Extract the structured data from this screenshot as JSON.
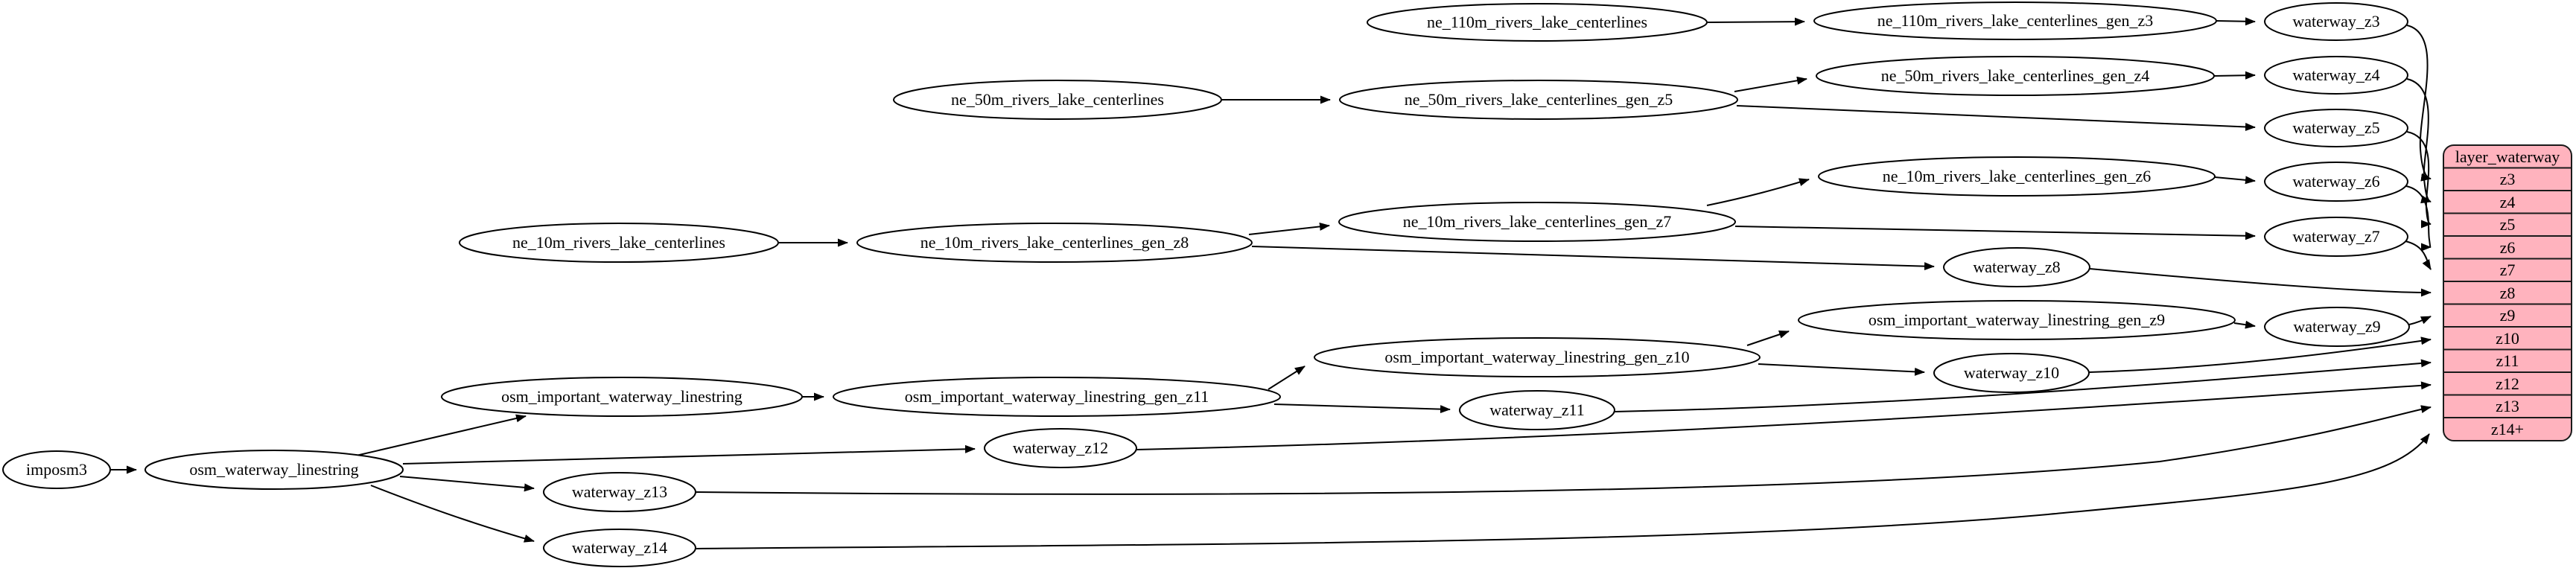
{
  "record": {
    "title": "layer_waterway",
    "rows": [
      "z3",
      "z4",
      "z5",
      "z6",
      "z7",
      "z8",
      "z9",
      "z10",
      "z11",
      "z12",
      "z13",
      "z14+"
    ]
  },
  "nodes": {
    "imposm3": {
      "label": "imposm3"
    },
    "osm_waterway_linestring": {
      "label": "osm_waterway_linestring"
    },
    "osm_important_waterway_linestring": {
      "label": "osm_important_waterway_linestring"
    },
    "osm_important_waterway_linestring_gen_z11": {
      "label": "osm_important_waterway_linestring_gen_z11"
    },
    "osm_important_waterway_linestring_gen_z10": {
      "label": "osm_important_waterway_linestring_gen_z10"
    },
    "osm_important_waterway_linestring_gen_z9": {
      "label": "osm_important_waterway_linestring_gen_z9"
    },
    "ne_110m_rivers_lake_centerlines": {
      "label": "ne_110m_rivers_lake_centerlines"
    },
    "ne_110m_rivers_lake_centerlines_gen_z3": {
      "label": "ne_110m_rivers_lake_centerlines_gen_z3"
    },
    "ne_50m_rivers_lake_centerlines": {
      "label": "ne_50m_rivers_lake_centerlines"
    },
    "ne_50m_rivers_lake_centerlines_gen_z5": {
      "label": "ne_50m_rivers_lake_centerlines_gen_z5"
    },
    "ne_50m_rivers_lake_centerlines_gen_z4": {
      "label": "ne_50m_rivers_lake_centerlines_gen_z4"
    },
    "ne_10m_rivers_lake_centerlines": {
      "label": "ne_10m_rivers_lake_centerlines"
    },
    "ne_10m_rivers_lake_centerlines_gen_z8": {
      "label": "ne_10m_rivers_lake_centerlines_gen_z8"
    },
    "ne_10m_rivers_lake_centerlines_gen_z7": {
      "label": "ne_10m_rivers_lake_centerlines_gen_z7"
    },
    "ne_10m_rivers_lake_centerlines_gen_z6": {
      "label": "ne_10m_rivers_lake_centerlines_gen_z6"
    },
    "waterway_z3": {
      "label": "waterway_z3"
    },
    "waterway_z4": {
      "label": "waterway_z4"
    },
    "waterway_z5": {
      "label": "waterway_z5"
    },
    "waterway_z6": {
      "label": "waterway_z6"
    },
    "waterway_z7": {
      "label": "waterway_z7"
    },
    "waterway_z8": {
      "label": "waterway_z8"
    },
    "waterway_z9": {
      "label": "waterway_z9"
    },
    "waterway_z10": {
      "label": "waterway_z10"
    },
    "waterway_z11": {
      "label": "waterway_z11"
    },
    "waterway_z12": {
      "label": "waterway_z12"
    },
    "waterway_z13": {
      "label": "waterway_z13"
    },
    "waterway_z14": {
      "label": "waterway_z14"
    }
  },
  "edges": [
    {
      "from": "imposm3",
      "to": "osm_waterway_linestring"
    },
    {
      "from": "osm_waterway_linestring",
      "to": "osm_important_waterway_linestring"
    },
    {
      "from": "osm_waterway_linestring",
      "to": "waterway_z12"
    },
    {
      "from": "osm_waterway_linestring",
      "to": "waterway_z13"
    },
    {
      "from": "osm_waterway_linestring",
      "to": "waterway_z14"
    },
    {
      "from": "osm_important_waterway_linestring",
      "to": "osm_important_waterway_linestring_gen_z11"
    },
    {
      "from": "osm_important_waterway_linestring_gen_z11",
      "to": "osm_important_waterway_linestring_gen_z10"
    },
    {
      "from": "osm_important_waterway_linestring_gen_z11",
      "to": "waterway_z11"
    },
    {
      "from": "osm_important_waterway_linestring_gen_z10",
      "to": "osm_important_waterway_linestring_gen_z9"
    },
    {
      "from": "osm_important_waterway_linestring_gen_z10",
      "to": "waterway_z10"
    },
    {
      "from": "osm_important_waterway_linestring_gen_z9",
      "to": "waterway_z9"
    },
    {
      "from": "ne_110m_rivers_lake_centerlines",
      "to": "ne_110m_rivers_lake_centerlines_gen_z3"
    },
    {
      "from": "ne_110m_rivers_lake_centerlines_gen_z3",
      "to": "waterway_z3"
    },
    {
      "from": "ne_50m_rivers_lake_centerlines",
      "to": "ne_50m_rivers_lake_centerlines_gen_z5"
    },
    {
      "from": "ne_50m_rivers_lake_centerlines_gen_z5",
      "to": "ne_50m_rivers_lake_centerlines_gen_z4"
    },
    {
      "from": "ne_50m_rivers_lake_centerlines_gen_z5",
      "to": "waterway_z5"
    },
    {
      "from": "ne_50m_rivers_lake_centerlines_gen_z4",
      "to": "waterway_z4"
    },
    {
      "from": "ne_10m_rivers_lake_centerlines",
      "to": "ne_10m_rivers_lake_centerlines_gen_z8"
    },
    {
      "from": "ne_10m_rivers_lake_centerlines_gen_z8",
      "to": "ne_10m_rivers_lake_centerlines_gen_z7"
    },
    {
      "from": "ne_10m_rivers_lake_centerlines_gen_z8",
      "to": "waterway_z8"
    },
    {
      "from": "ne_10m_rivers_lake_centerlines_gen_z7",
      "to": "ne_10m_rivers_lake_centerlines_gen_z6"
    },
    {
      "from": "ne_10m_rivers_lake_centerlines_gen_z7",
      "to": "waterway_z7"
    },
    {
      "from": "ne_10m_rivers_lake_centerlines_gen_z6",
      "to": "waterway_z6"
    },
    {
      "from": "waterway_z3",
      "to": "layer_waterway",
      "port": "z3"
    },
    {
      "from": "waterway_z4",
      "to": "layer_waterway",
      "port": "z4"
    },
    {
      "from": "waterway_z5",
      "to": "layer_waterway",
      "port": "z5"
    },
    {
      "from": "waterway_z6",
      "to": "layer_waterway",
      "port": "z6"
    },
    {
      "from": "waterway_z7",
      "to": "layer_waterway",
      "port": "z7"
    },
    {
      "from": "waterway_z8",
      "to": "layer_waterway",
      "port": "z8"
    },
    {
      "from": "waterway_z9",
      "to": "layer_waterway",
      "port": "z9"
    },
    {
      "from": "waterway_z10",
      "to": "layer_waterway",
      "port": "z10"
    },
    {
      "from": "waterway_z11",
      "to": "layer_waterway",
      "port": "z11"
    },
    {
      "from": "waterway_z12",
      "to": "layer_waterway",
      "port": "z12"
    },
    {
      "from": "waterway_z13",
      "to": "layer_waterway",
      "port": "z13"
    },
    {
      "from": "waterway_z14",
      "to": "layer_waterway",
      "port": "z14+"
    }
  ],
  "colors": {
    "background": "#ffffff",
    "node_fill": "#ffffff",
    "node_border": "#000000",
    "edge": "#000000",
    "text": "#000000",
    "record_fill": "#ffb3be",
    "record_border": "#1a1a1a"
  }
}
